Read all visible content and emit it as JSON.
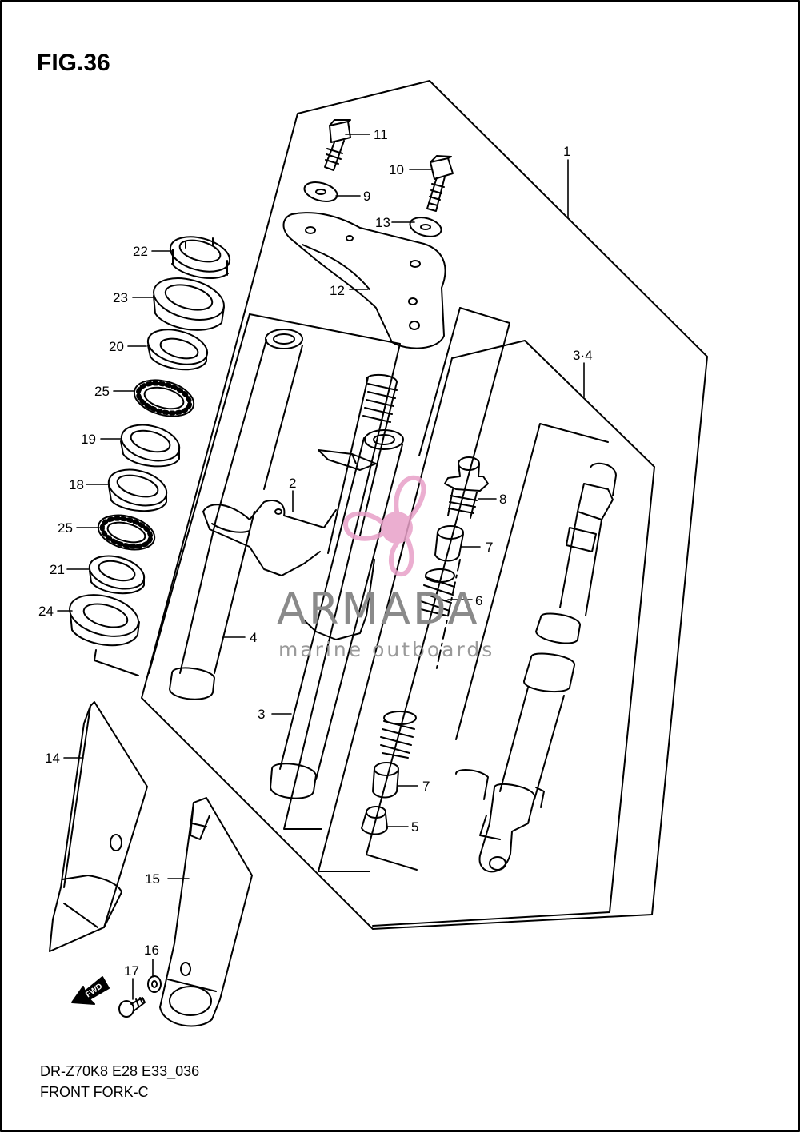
{
  "figure": {
    "title": "FIG.36",
    "footer_code": "DR-Z70K8 E28 E33_036",
    "footer_name": "FRONT FORK-C"
  },
  "watermark": {
    "brand": "ARMADA",
    "tagline": "marine outboards",
    "accent_color": "#e8a0c8",
    "text_color": "#8a8a8a"
  },
  "callouts": {
    "c1": "1",
    "c2": "2",
    "c3": "3",
    "c34": "3·4",
    "c4": "4",
    "c5": "5",
    "c6": "6",
    "c7a": "7",
    "c7b": "7",
    "c8": "8",
    "c9": "9",
    "c10": "10",
    "c11": "11",
    "c12": "12",
    "c13": "13",
    "c14": "14",
    "c15": "15",
    "c16": "16",
    "c17": "17",
    "c18": "18",
    "c19": "19",
    "c20": "20",
    "c21": "21",
    "c22": "22",
    "c23": "23",
    "c24": "24",
    "c25a": "25",
    "c25b": "25"
  },
  "fwd_label": "FWD"
}
